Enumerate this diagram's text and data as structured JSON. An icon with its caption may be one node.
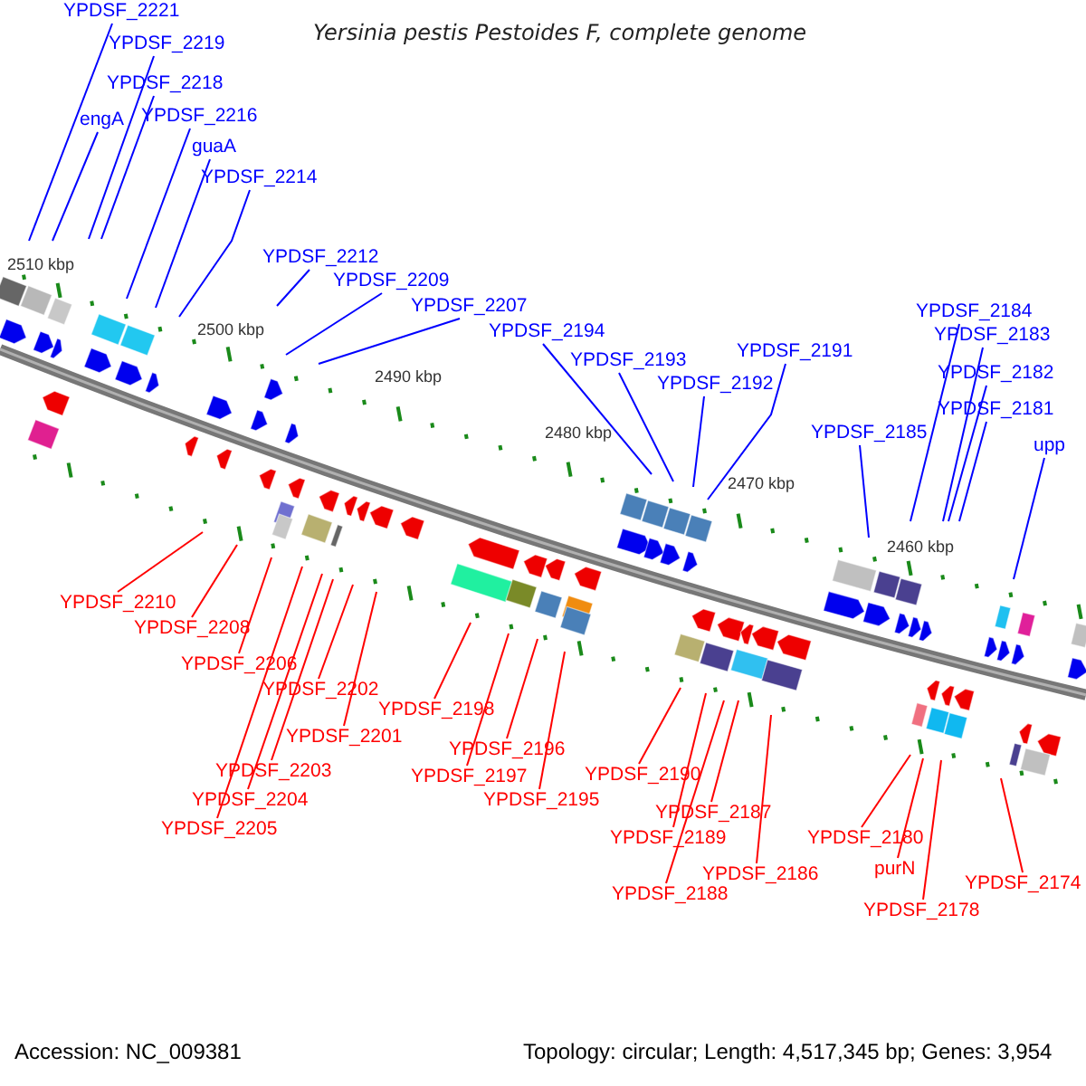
{
  "diagram": {
    "title": "Yersinia pestis Pestoides F, complete genome",
    "nodes": [
      {
        "text": [
          "YPDSF_2221"
        ]
      },
      {
        "text": [
          "YPDSF_2219"
        ]
      },
      {
        "text": [
          "YPDSF_2218"
        ]
      },
      {
        "text": [
          "engA"
        ]
      },
      {
        "text": [
          "YPDSF_2216"
        ]
      },
      {
        "text": [
          "guaA"
        ]
      },
      {
        "text": [
          "YPDSF_2214"
        ]
      },
      {
        "text": [
          "YPDSF_2212"
        ]
      },
      {
        "text": [
          "YPDSF_2209"
        ]
      },
      {
        "text": [
          "YPDSF_2207"
        ]
      },
      {
        "text": [
          "YPDSF_2194"
        ]
      },
      {
        "text": [
          "YPDSF_2193"
        ]
      },
      {
        "text": [
          "YPDSF_2192"
        ]
      },
      {
        "text": [
          "YPDSF_2191"
        ]
      },
      {
        "text": [
          "YPDSF_2185"
        ]
      },
      {
        "text": [
          "YPDSF_2184"
        ]
      },
      {
        "text": [
          "YPDSF_2183"
        ]
      },
      {
        "text": [
          "YPDSF_2182"
        ]
      },
      {
        "text": [
          "YPDSF_2181"
        ]
      },
      {
        "text": [
          "upp"
        ]
      },
      {
        "text": [
          "YPDSF_2210"
        ]
      },
      {
        "text": [
          "YPDSF_2208"
        ]
      },
      {
        "text": [
          "YPDSF_2206"
        ]
      },
      {
        "text": [
          "YPDSF_2202"
        ]
      },
      {
        "text": [
          "YPDSF_2201"
        ]
      },
      {
        "text": [
          "YPDSF_2198"
        ]
      },
      {
        "text": [
          "YPDSF_2203"
        ]
      },
      {
        "text": [
          "YPDSF_2204"
        ]
      },
      {
        "text": [
          "YPDSF_2205"
        ]
      },
      {
        "text": [
          "YPDSF_2196"
        ]
      },
      {
        "text": [
          "YPDSF_2197"
        ]
      },
      {
        "text": [
          "YPDSF_2195"
        ]
      },
      {
        "text": [
          "YPDSF_2190"
        ]
      },
      {
        "text": [
          "YPDSF_2187"
        ]
      },
      {
        "text": [
          "YPDSF_2189"
        ]
      },
      {
        "text": [
          "YPDSF_2188"
        ]
      },
      {
        "text": [
          "YPDSF_2186"
        ]
      },
      {
        "text": [
          "YPDSF_2180"
        ]
      },
      {
        "text": [
          "purN"
        ]
      },
      {
        "text": [
          "YPDSF_2178"
        ]
      },
      {
        "text": [
          "YPDSF_2174"
        ]
      }
    ],
    "edges": [
      {
        "from": 0,
        "to": null,
        "arrow": "none",
        "color": "#0000ff"
      },
      {
        "from": 1,
        "to": null,
        "arrow": "none",
        "color": "#0000ff"
      },
      {
        "from": 2,
        "to": null,
        "arrow": "none",
        "color": "#0000ff"
      },
      {
        "from": 3,
        "to": null,
        "arrow": "none",
        "color": "#0000ff"
      },
      {
        "from": 4,
        "to": null,
        "arrow": "none",
        "color": "#0000ff"
      },
      {
        "from": 5,
        "to": null,
        "arrow": "none",
        "color": "#0000ff"
      },
      {
        "from": 6,
        "to": null,
        "arrow": "none",
        "color": "#0000ff"
      },
      {
        "from": 7,
        "to": null,
        "arrow": "none",
        "color": "#0000ff"
      },
      {
        "from": 8,
        "to": null,
        "arrow": "none",
        "color": "#0000ff"
      },
      {
        "from": 9,
        "to": null,
        "arrow": "none",
        "color": "#0000ff"
      },
      {
        "from": 10,
        "to": null,
        "arrow": "none",
        "color": "#0000ff"
      },
      {
        "from": 11,
        "to": null,
        "arrow": "none",
        "color": "#0000ff"
      },
      {
        "from": 12,
        "to": null,
        "arrow": "none",
        "color": "#0000ff"
      },
      {
        "from": 13,
        "to": null,
        "arrow": "none",
        "color": "#0000ff"
      },
      {
        "from": 14,
        "to": null,
        "arrow": "none",
        "color": "#0000ff"
      },
      {
        "from": 15,
        "to": null,
        "arrow": "none",
        "color": "#0000ff"
      },
      {
        "from": 16,
        "to": null,
        "arrow": "none",
        "color": "#0000ff"
      },
      {
        "from": 17,
        "to": null,
        "arrow": "none",
        "color": "#0000ff"
      },
      {
        "from": 18,
        "to": null,
        "arrow": "none",
        "color": "#0000ff"
      },
      {
        "from": 19,
        "to": null,
        "arrow": "none",
        "color": "#0000ff"
      },
      {
        "from": 20,
        "to": null,
        "arrow": "none",
        "color": "#ff0000"
      },
      {
        "from": 21,
        "to": null,
        "arrow": "none",
        "color": "#ff0000"
      },
      {
        "from": 22,
        "to": null,
        "arrow": "none",
        "color": "#ff0000"
      },
      {
        "from": 23,
        "to": null,
        "arrow": "none",
        "color": "#ff0000"
      },
      {
        "from": 24,
        "to": null,
        "arrow": "none",
        "color": "#ff0000"
      },
      {
        "from": 25,
        "to": null,
        "arrow": "none",
        "color": "#ff0000"
      },
      {
        "from": 26,
        "to": null,
        "arrow": "none",
        "color": "#ff0000"
      },
      {
        "from": 27,
        "to": null,
        "arrow": "none",
        "color": "#ff0000"
      },
      {
        "from": 28,
        "to": null,
        "arrow": "none",
        "color": "#ff0000"
      },
      {
        "from": 29,
        "to": null,
        "arrow": "none",
        "color": "#ff0000"
      },
      {
        "from": 30,
        "to": null,
        "arrow": "none",
        "color": "#ff0000"
      },
      {
        "from": 31,
        "to": null,
        "arrow": "none",
        "color": "#ff0000"
      },
      {
        "from": 32,
        "to": null,
        "arrow": "none",
        "color": "#ff0000"
      },
      {
        "from": 33,
        "to": null,
        "arrow": "none",
        "color": "#ff0000"
      },
      {
        "from": 34,
        "to": null,
        "arrow": "none",
        "color": "#ff0000"
      },
      {
        "from": 35,
        "to": null,
        "arrow": "none",
        "color": "#ff0000"
      },
      {
        "from": 36,
        "to": null,
        "arrow": "none",
        "color": "#ff0000"
      },
      {
        "from": 37,
        "to": null,
        "arrow": "none",
        "color": "#ff0000"
      },
      {
        "from": 38,
        "to": null,
        "arrow": "none",
        "color": "#ff0000"
      },
      {
        "from": 39,
        "to": null,
        "arrow": "none",
        "color": "#ff0000"
      },
      {
        "from": 40,
        "to": null,
        "arrow": "none",
        "color": "#ff0000"
      }
    ],
    "labels": [
      "2510 kbp",
      "2500 kbp",
      "2490 kbp",
      "2480 kbp",
      "2470 kbp",
      "2460 kbp",
      "Accession: NC_009381",
      "Topology: circular; Length: 4,517,345 bp; Genes: 3,954"
    ]
  }
}
